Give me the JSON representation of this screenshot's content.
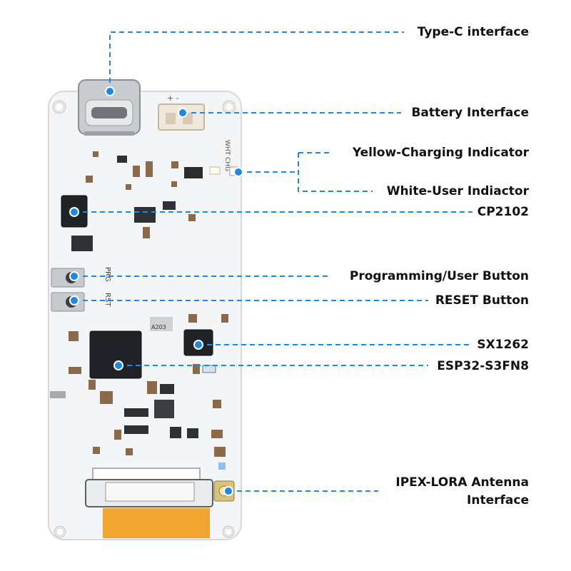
{
  "accent_color": "#1e88e5",
  "board": {
    "connector_marks": "+ -",
    "prog_label": "PRG",
    "rst_label": "RST",
    "chip_marking": "A203",
    "led_labels": "WHT CHG"
  },
  "labels": {
    "type_c": "Type-C interface",
    "battery": "Battery Interface",
    "yellow_led": "Yellow-Charging Indicator",
    "white_led": "White-User Indiactor",
    "cp2102": "CP2102",
    "prog_button": "Programming/User Button",
    "reset_button": "RESET Button",
    "sx1262": "SX1262",
    "esp32": "ESP32-S3FN8",
    "antenna_line1": "IPEX-LORA Antenna",
    "antenna_line2": "Interface"
  }
}
